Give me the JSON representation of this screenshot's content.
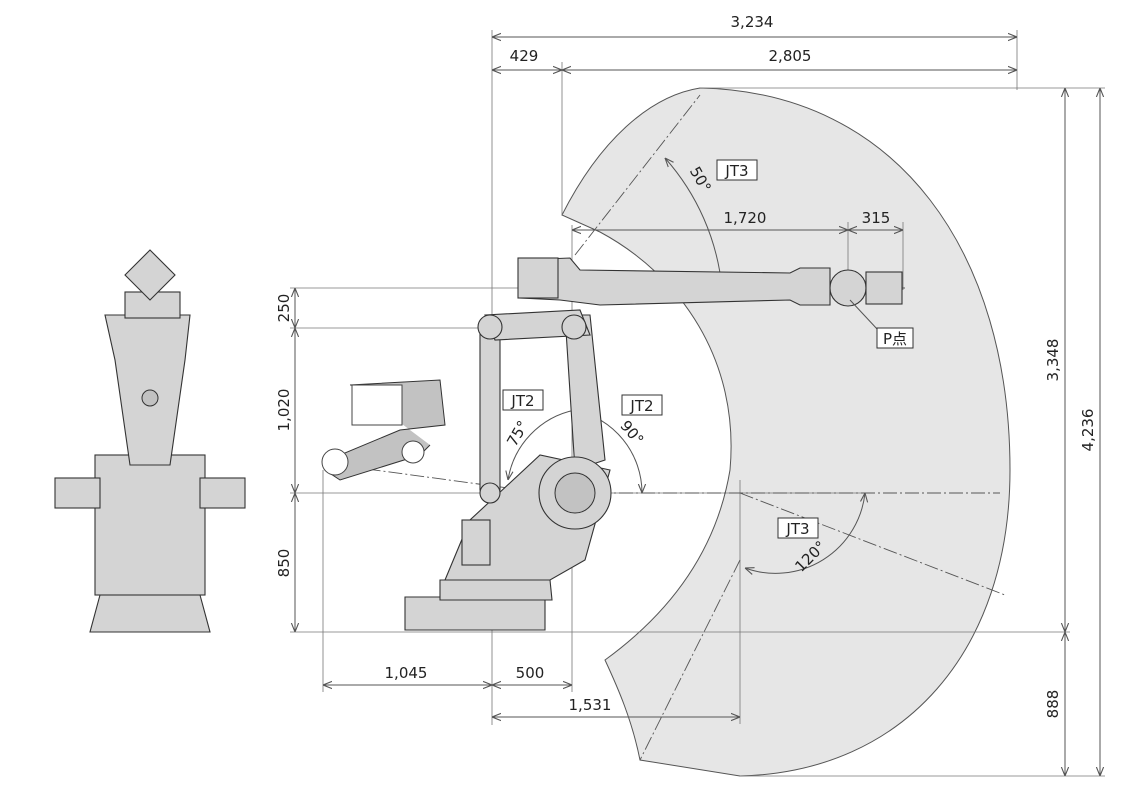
{
  "dimensions": {
    "total_reach_width": "3,234",
    "rear_offset": "429",
    "front_reach": "2,805",
    "arm_length": "1,720",
    "wrist_length": "315",
    "height_250": "250",
    "height_1020": "1,020",
    "height_850": "850",
    "rear_1045": "1,045",
    "front_500": "500",
    "inner_1531": "1,531",
    "height_3348": "3,348",
    "height_4236": "4,236",
    "below_888": "888"
  },
  "joints": {
    "jt3_upper": {
      "label": "JT3",
      "angle": "50°"
    },
    "jt2_rear": {
      "label": "JT2",
      "angle": "75°"
    },
    "jt2_front": {
      "label": "JT2",
      "angle": "90°"
    },
    "jt3_lower": {
      "label": "JT3",
      "angle": "120°"
    }
  },
  "point_label": "P点",
  "colors": {
    "envelope": "#e6e6e6",
    "robot": "#d4d4d4",
    "line": "#555555"
  }
}
